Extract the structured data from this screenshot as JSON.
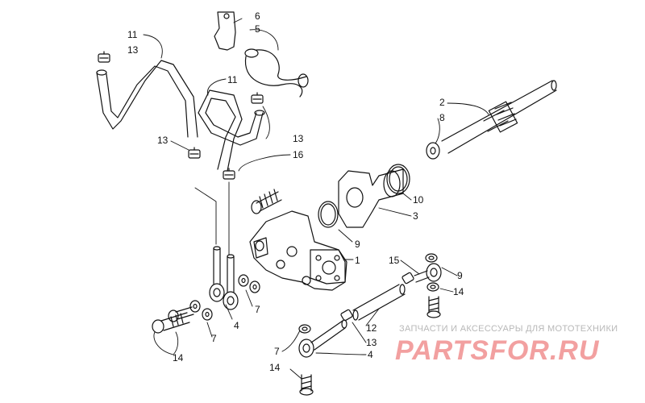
{
  "callouts": {
    "c1": "1",
    "c2": "2",
    "c3": "3",
    "c4a": "4",
    "c4b": "4",
    "c5": "5",
    "c6": "6",
    "c7a": "7",
    "c7b": "7",
    "c7c": "7",
    "c8": "8",
    "c9a": "9",
    "c9b": "9",
    "c10": "10",
    "c11a": "11",
    "c11b": "11",
    "c12": "12",
    "c13a": "13",
    "c13b": "13",
    "c13c": "13",
    "c13d": "13",
    "c14a": "14",
    "c14b": "14",
    "c14c": "14",
    "c15": "15",
    "c16": "16"
  },
  "watermark": {
    "caption": "ЗАПЧАСТИ И АКСЕССУАРЫ ДЛЯ МОТОТЕХНИКИ",
    "logo": "PARTSFOR.RU"
  },
  "colors": {
    "line": "#111111",
    "watermark_logo": "#f2a0a0",
    "watermark_caption": "#b8b8b8"
  }
}
